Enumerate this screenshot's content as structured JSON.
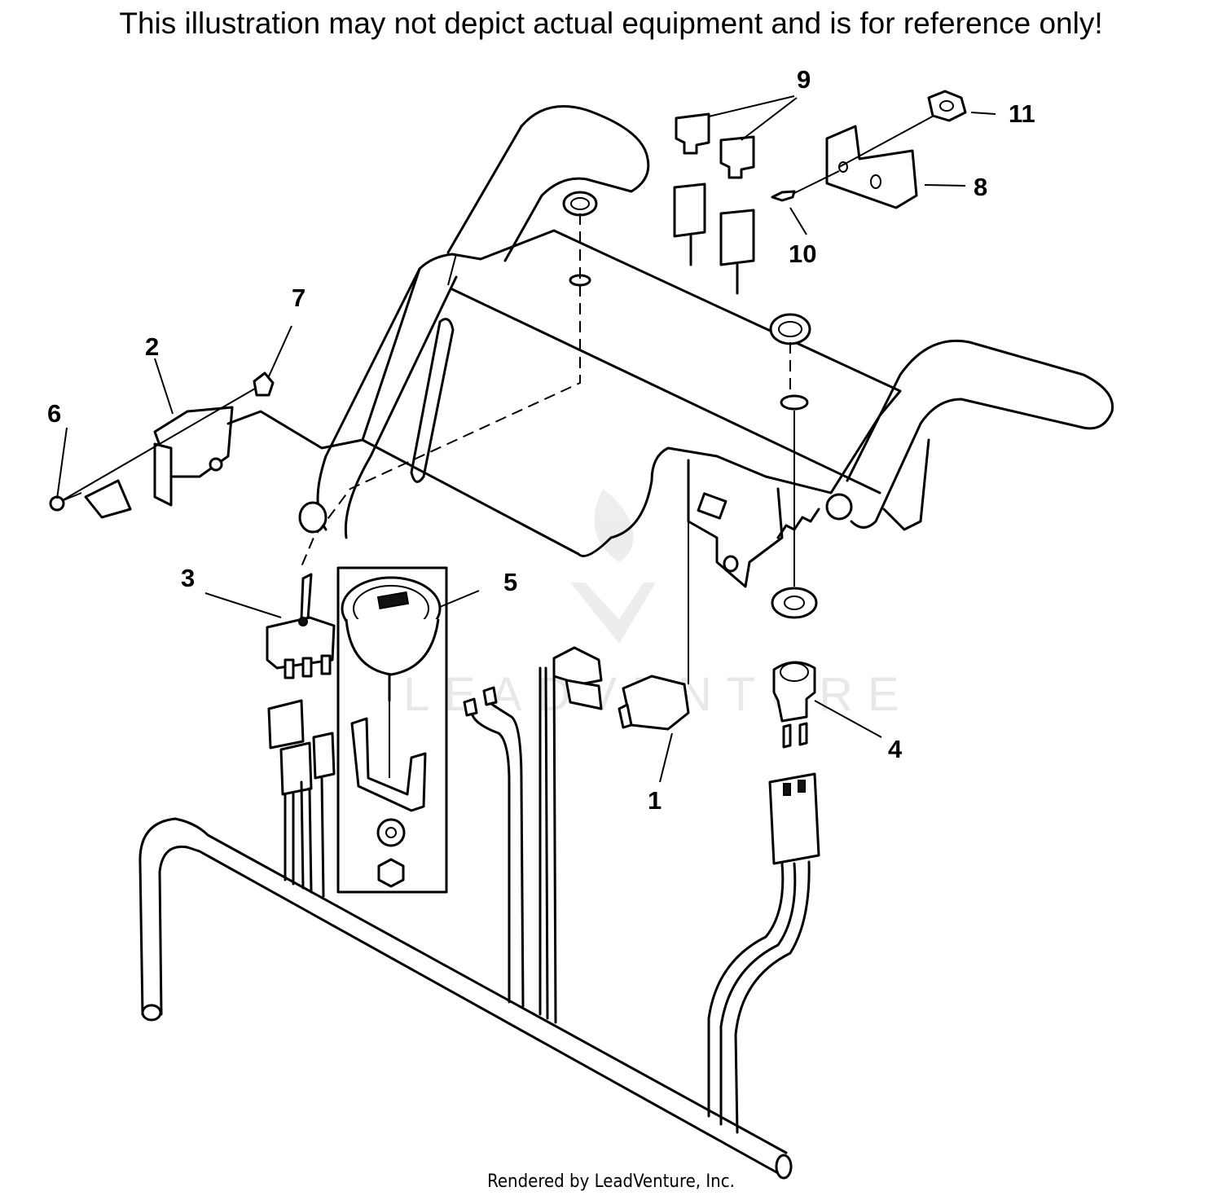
{
  "disclaimer": "This illustration may not depict actual equipment and is for reference only!",
  "credit": "Rendered by LeadVenture, Inc.",
  "watermark": "LEADVENTURE",
  "callouts": {
    "c1": "1",
    "c2": "2",
    "c3": "3",
    "c4": "4",
    "c5": "5",
    "c6": "6",
    "c7": "7",
    "c8": "8",
    "c9": "9",
    "c10": "10",
    "c11": "11"
  }
}
